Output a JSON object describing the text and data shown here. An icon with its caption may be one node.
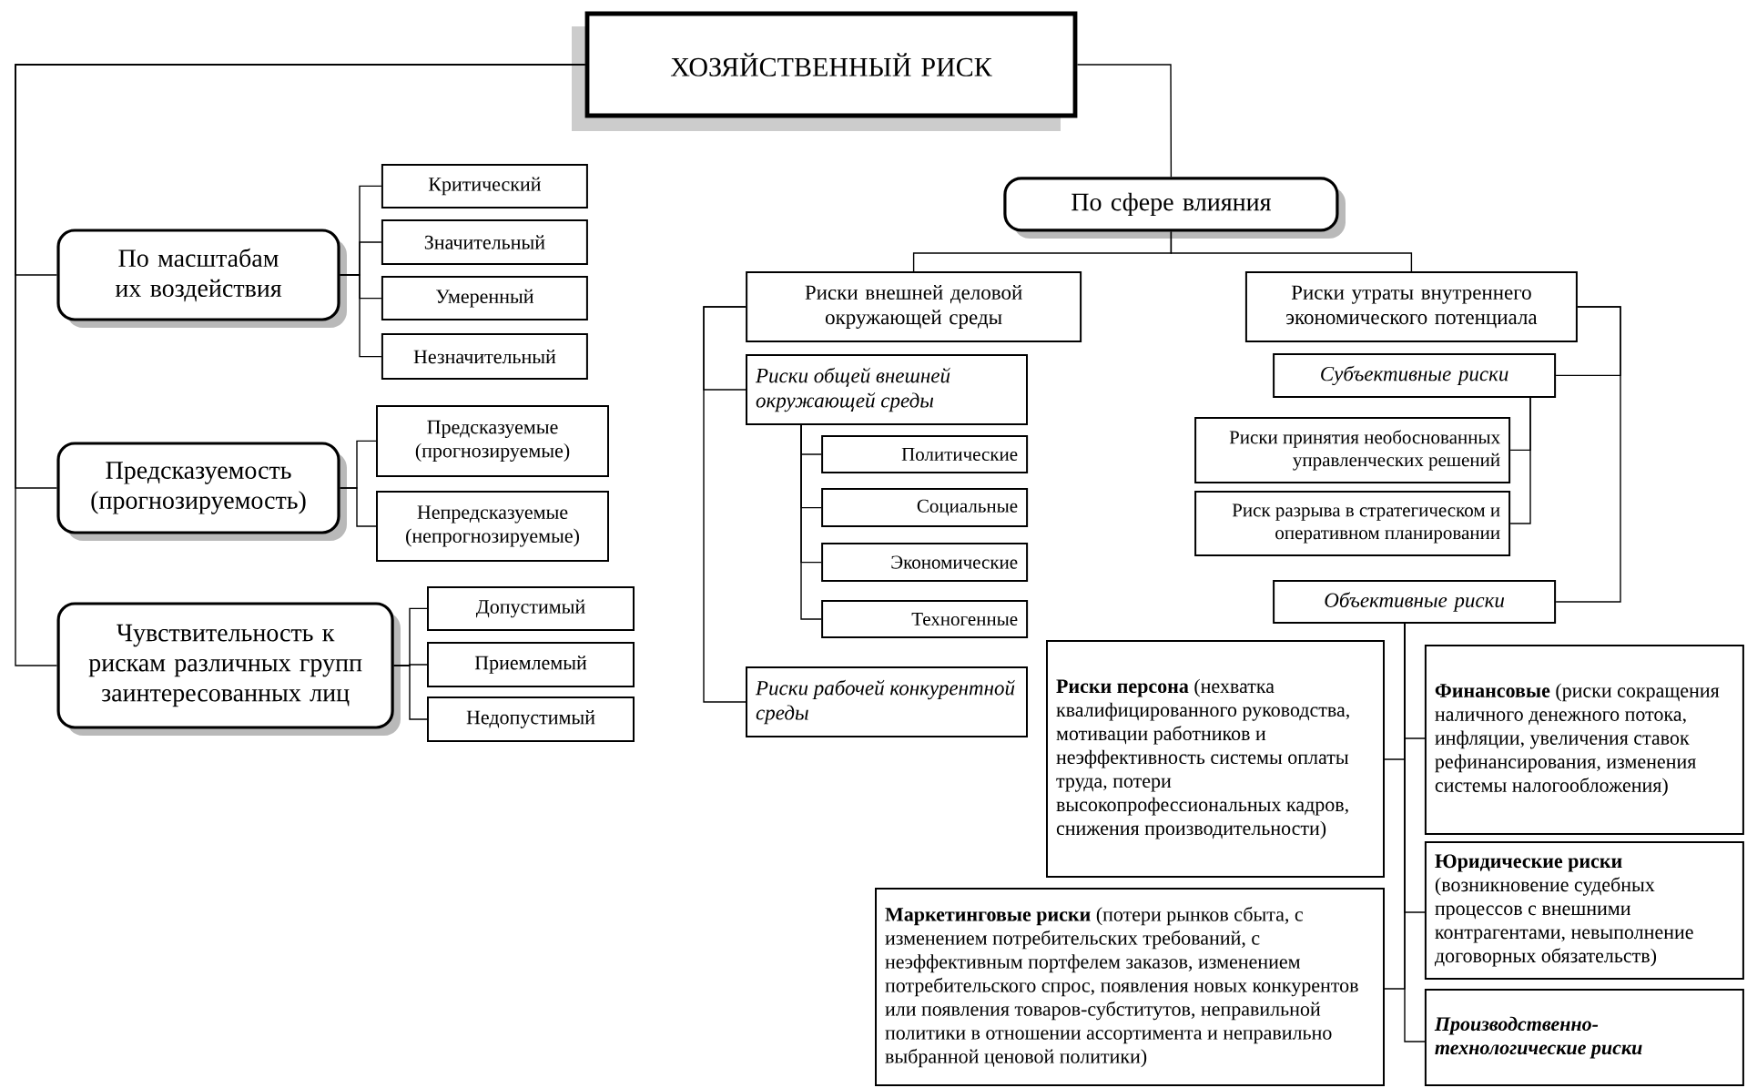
{
  "diagram": {
    "nodes": [
      {
        "text": [
          "ХОЗЯЙСТВЕННЫЙ РИСК"
        ]
      },
      {
        "text": [
          "По масштабам их воздействия"
        ]
      },
      {
        "text": [
          "Критический"
        ]
      },
      {
        "text": [
          "Значительный"
        ]
      },
      {
        "text": [
          "Умеренный"
        ]
      },
      {
        "text": [
          "Незначительный"
        ]
      },
      {
        "text": [
          "Предсказуемость (прогнозируемость)"
        ]
      },
      {
        "text": [
          "Предсказуемые (прогнозируемые)"
        ]
      },
      {
        "text": [
          "Непредсказуемые (непрогнозируемые)"
        ]
      },
      {
        "text": [
          "Чувствительность к рискам различных групп заинтересованных лиц"
        ]
      },
      {
        "text": [
          "Допустимый"
        ]
      },
      {
        "text": [
          "Приемлемый"
        ]
      },
      {
        "text": [
          "Недопустимый"
        ]
      },
      {
        "text": [
          "По сфере влияния"
        ]
      },
      {
        "text": [
          "Риски внешней деловой окружающей среды"
        ]
      },
      {
        "text": [
          "Риски общей внешней окружающей среды"
        ]
      },
      {
        "text": [
          "Политические"
        ]
      },
      {
        "text": [
          "Социальные"
        ]
      },
      {
        "text": [
          "Экономические"
        ]
      },
      {
        "text": [
          "Техногенные"
        ]
      },
      {
        "text": [
          "Риски рабочей конкурентной среды"
        ]
      },
      {
        "text": [
          "Риски утраты внутреннего экономического потенциала"
        ]
      },
      {
        "text": [
          "Субъективные риски"
        ]
      },
      {
        "text": [
          "Риски принятия необоснованных управленческих решений"
        ]
      },
      {
        "text": [
          "Риск разрыва в стратегическом и оперативном планировании"
        ]
      },
      {
        "text": [
          "Объективные риски"
        ]
      },
      {
        "text": [
          "**Риски персона** (нехватка квалифицированного руководства, мотивации работников и неэффективность системы оплаты труда, потери высокопрофессиональных кадров, снижения производительности)"
        ]
      },
      {
        "text": [
          "**Финансовые** (риски сокращения наличного денежного потока, инфляции, увеличения ставок рефинансирования, изменения системы налогообложения)"
        ]
      },
      {
        "text": [
          "**Юридические риски** (возникновение судебных процессов с внешними контрагентами, невыполнение договорных обязательств)"
        ]
      },
      {
        "text": [
          "Производственно-технологические риски"
        ]
      },
      {
        "text": [
          "**Маркетинговые риски** (потери рынков сбыта, с изменением потребительских требований, с неэффективным портфелем заказов, изменением потребительского спрос, появления новых конкурентов или появления товаров-субститутов, неправильной политики в отношении ассортимента и неправильно выбранной ценовой политики)"
        ]
      }
    ],
    "edges": [
      {
        "from": 0,
        "to": 1,
        "arrow": "none"
      },
      {
        "from": 0,
        "to": 6,
        "arrow": "none"
      },
      {
        "from": 0,
        "to": 9,
        "arrow": "none"
      },
      {
        "from": 0,
        "to": 13,
        "arrow": "none"
      },
      {
        "from": 1,
        "to": 2,
        "arrow": "none"
      },
      {
        "from": 1,
        "to": 3,
        "arrow": "none"
      },
      {
        "from": 1,
        "to": 4,
        "arrow": "none"
      },
      {
        "from": 1,
        "to": 5,
        "arrow": "none"
      },
      {
        "from": 6,
        "to": 7,
        "arrow": "none"
      },
      {
        "from": 6,
        "to": 8,
        "arrow": "none"
      },
      {
        "from": 9,
        "to": 10,
        "arrow": "none"
      },
      {
        "from": 9,
        "to": 11,
        "arrow": "none"
      },
      {
        "from": 9,
        "to": 12,
        "arrow": "none"
      },
      {
        "from": 13,
        "to": 14,
        "arrow": "none"
      },
      {
        "from": 13,
        "to": 21,
        "arrow": "none"
      },
      {
        "from": 14,
        "to": 15,
        "arrow": "none"
      },
      {
        "from": 14,
        "to": 20,
        "arrow": "none"
      },
      {
        "from": 15,
        "to": 16,
        "arrow": "none"
      },
      {
        "from": 15,
        "to": 17,
        "arrow": "none"
      },
      {
        "from": 15,
        "to": 18,
        "arrow": "none"
      },
      {
        "from": 15,
        "to": 19,
        "arrow": "none"
      },
      {
        "from": 21,
        "to": 22,
        "arrow": "none"
      },
      {
        "from": 21,
        "to": 25,
        "arrow": "none"
      },
      {
        "from": 22,
        "to": 23,
        "arrow": "none"
      },
      {
        "from": 22,
        "to": 24,
        "arrow": "none"
      },
      {
        "from": 25,
        "to": 26,
        "arrow": "none"
      },
      {
        "from": 25,
        "to": 27,
        "arrow": "none"
      },
      {
        "from": 25,
        "to": 28,
        "arrow": "none"
      },
      {
        "from": 25,
        "to": 29,
        "arrow": "none"
      },
      {
        "from": 25,
        "to": 30,
        "arrow": "none"
      }
    ]
  }
}
